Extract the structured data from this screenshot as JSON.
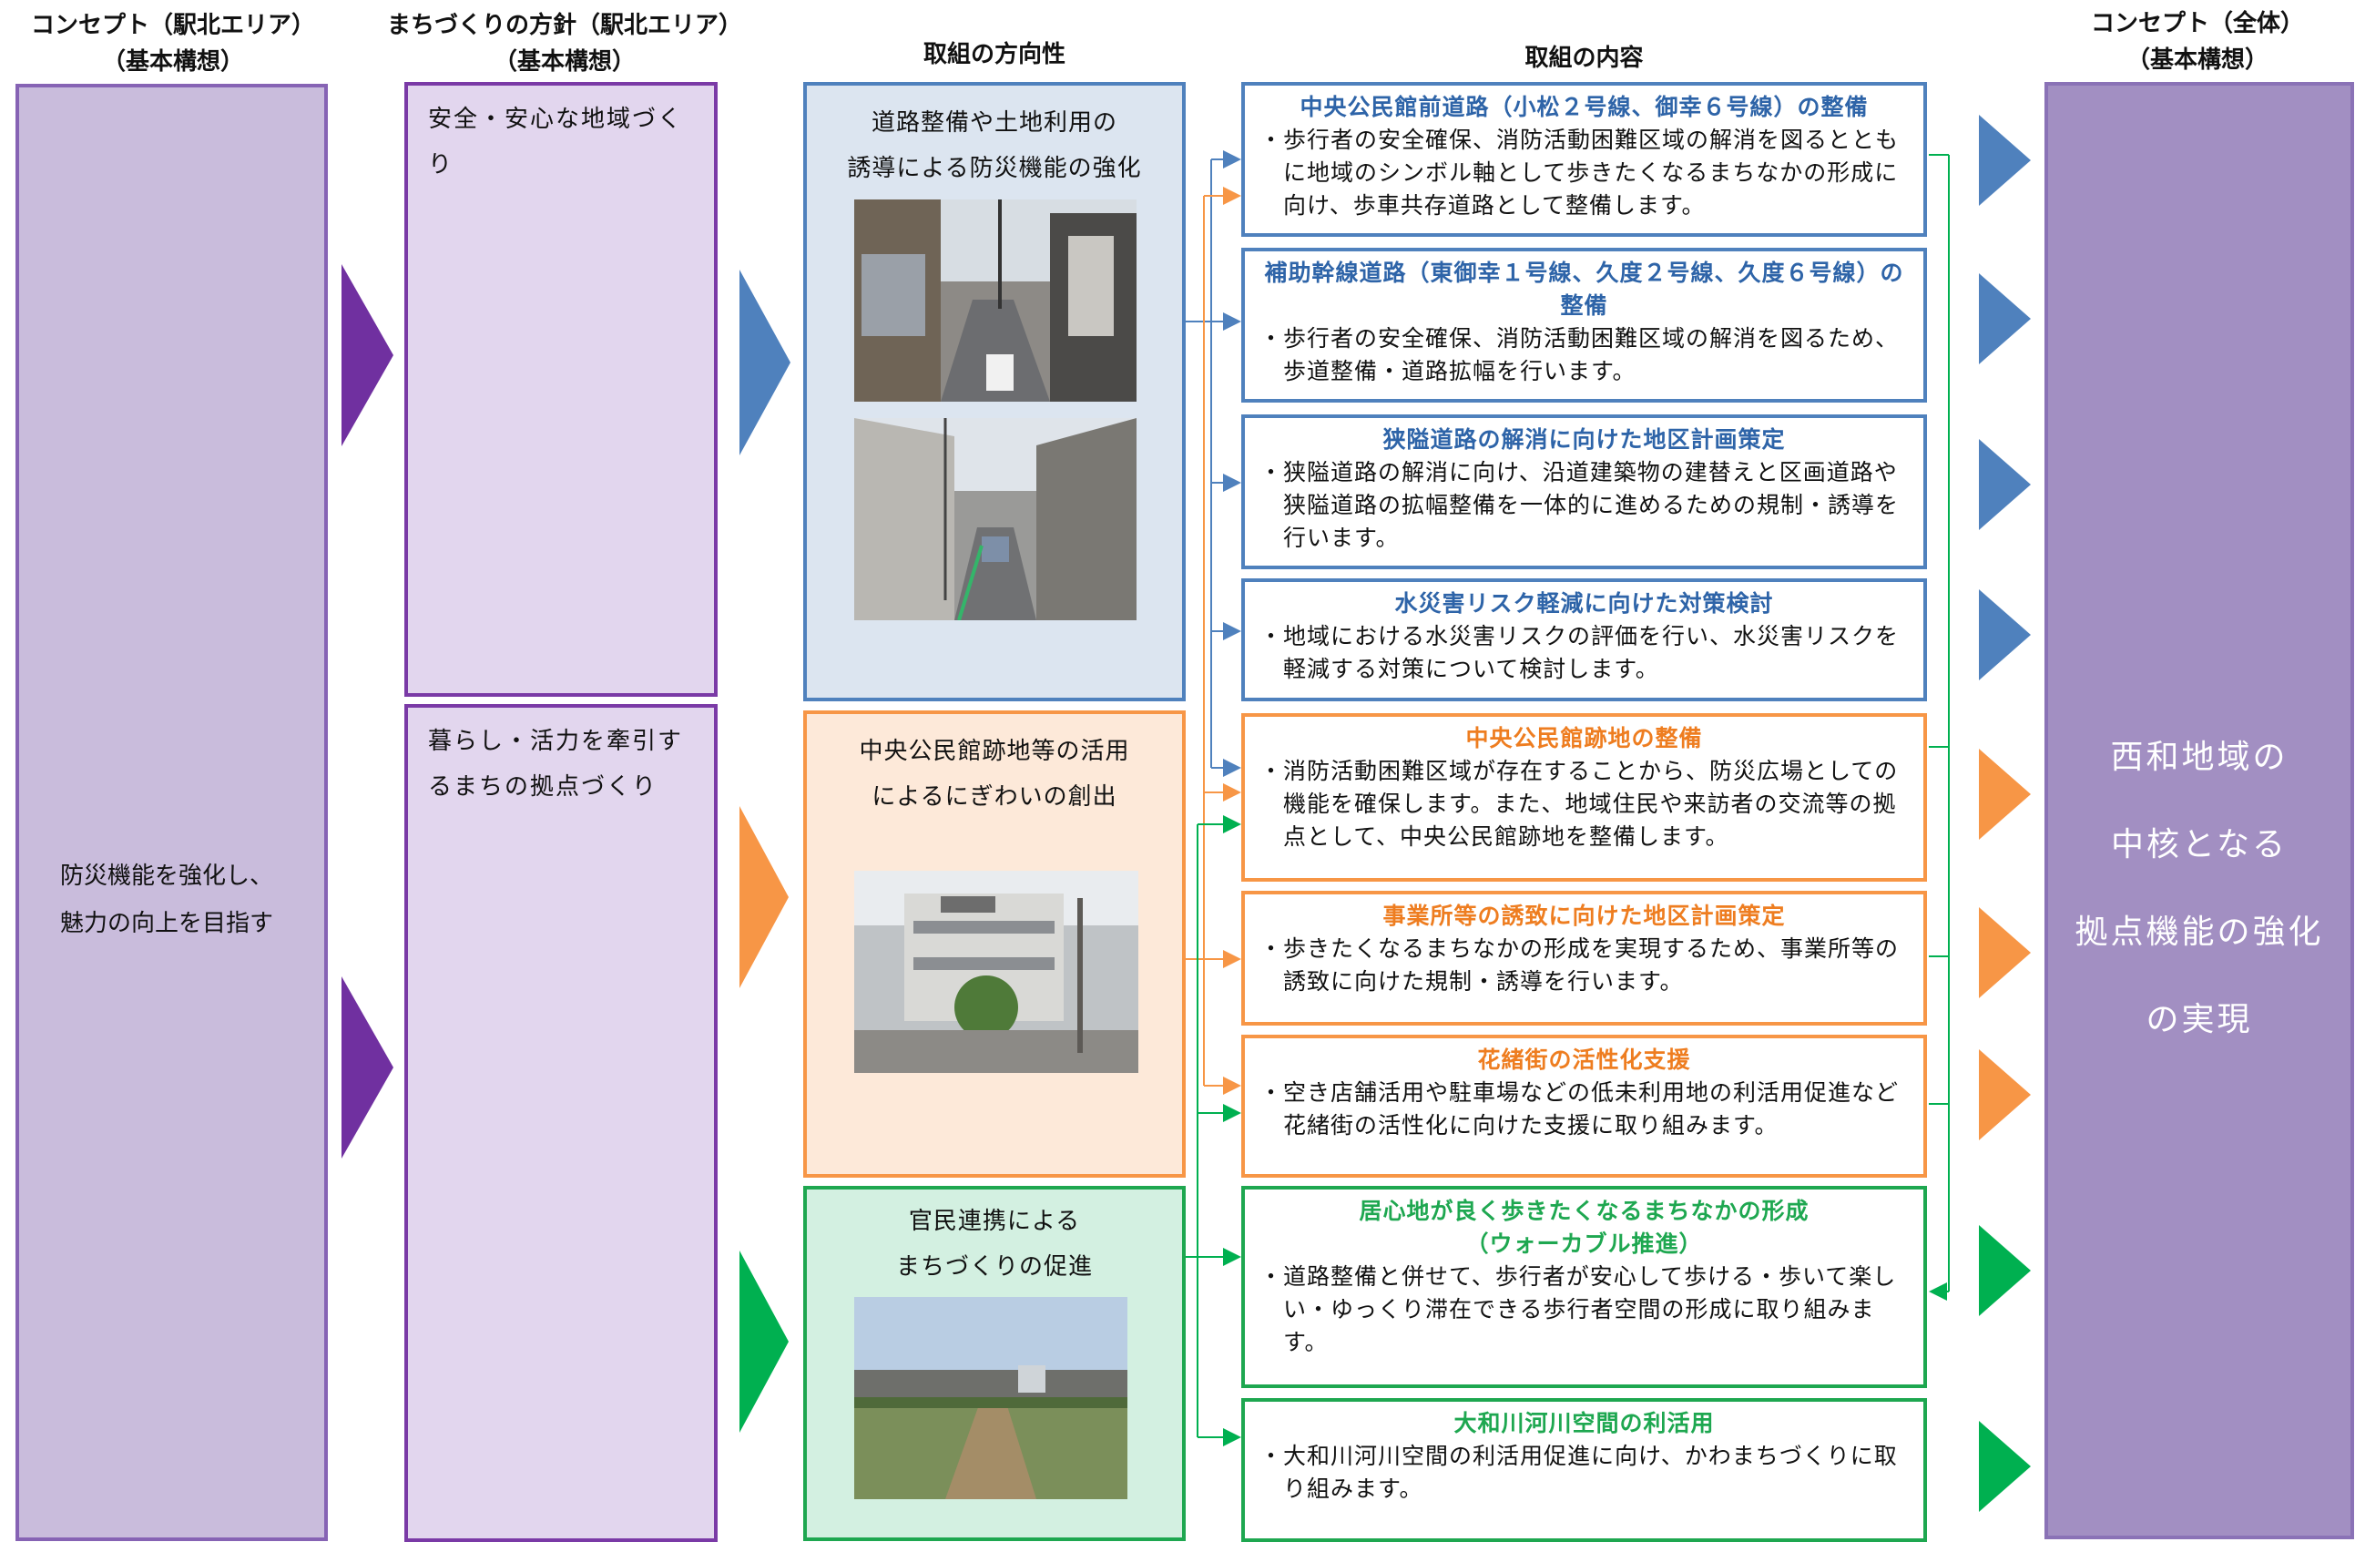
{
  "headers": {
    "concept_north_line1": "コンセプト（駅北エリア）",
    "concept_north_line2": "（基本構想）",
    "policy_line1": "まちづくりの方針（駅北エリア）",
    "policy_line2": "（基本構想）",
    "direction": "取組の方向性",
    "content": "取組の内容",
    "concept_all_line1": "コンセプト（全体）",
    "concept_all_line2": "（基本構想）"
  },
  "concept_north": {
    "line1": "防災機能を強化し、",
    "line2": "魅力の向上を目指す"
  },
  "policies": [
    {
      "text": "安全・安心な地域づくり"
    },
    {
      "text": "暮らし・活力を牽引するまちの拠点づくり"
    }
  ],
  "directions": [
    {
      "line1": "道路整備や土地利用の",
      "line2": "誘導による防災機能の強化"
    },
    {
      "line1": "中央公民館跡地等の活用",
      "line2": "によるにぎわいの創出"
    },
    {
      "line1": "官民連携による",
      "line2": "まちづくりの促進"
    }
  ],
  "items": [
    {
      "title": "中央公民館前道路（小松２号線、御幸６号線）の整備",
      "body": "・歩行者の安全確保、消防活動困難区域の解消を図るとともに地域のシンボル軸として歩きたくなるまちなかの形成に向け、歩車共存道路として整備します。"
    },
    {
      "title": "補助幹線道路（東御幸１号線、久度２号線、久度６号線）の整備",
      "body": "・歩行者の安全確保、消防活動困難区域の解消を図るため、歩道整備・道路拡幅を行います。"
    },
    {
      "title": "狭隘道路の解消に向けた地区計画策定",
      "body": "・狭隘道路の解消に向け、沿道建築物の建替えと区画道路や狭隘道路の拡幅整備を一体的に進めるための規制・誘導を行います。"
    },
    {
      "title": "水災害リスク軽減に向けた対策検討",
      "body": "・地域における水災害リスクの評価を行い、水災害リスクを軽減する対策について検討します。"
    },
    {
      "title": "中央公民館跡地の整備",
      "body": "・消防活動困難区域が存在することから、防災広場としての機能を確保します。また、地域住民や来訪者の交流等の拠点として、中央公民館跡地を整備します。"
    },
    {
      "title": "事業所等の誘致に向けた地区計画策定",
      "body": "・歩きたくなるまちなかの形成を実現するため、事業所等の誘致に向けた規制・誘導を行います。"
    },
    {
      "title": "花緒街の活性化支援",
      "body": "・空き店舗活用や駐車場などの低未利用地の利活用促進など花緒街の活性化に向けた支援に取り組みます。"
    },
    {
      "title": "居心地が良く歩きたくなるまちなかの形成",
      "title2": "（ウォーカブル推進）",
      "body": "・道路整備と併せて、歩行者が安心して歩ける・歩いて楽しい・ゆっくり滞在できる歩行者空間の形成に取り組みます。"
    },
    {
      "title": "大和川河川空間の利活用",
      "body": "・大和川河川空間の利活用促進に向け、かわまちづくりに取り組みます。"
    }
  ],
  "concept_all": {
    "line1": "西和地域の",
    "line2": "中核となる",
    "line3": "拠点機能の強化",
    "line4": "の実現"
  },
  "colors": {
    "purple": "#7030a0",
    "blue": "#4f81bd",
    "orange": "#f79646",
    "green": "#00b050"
  }
}
